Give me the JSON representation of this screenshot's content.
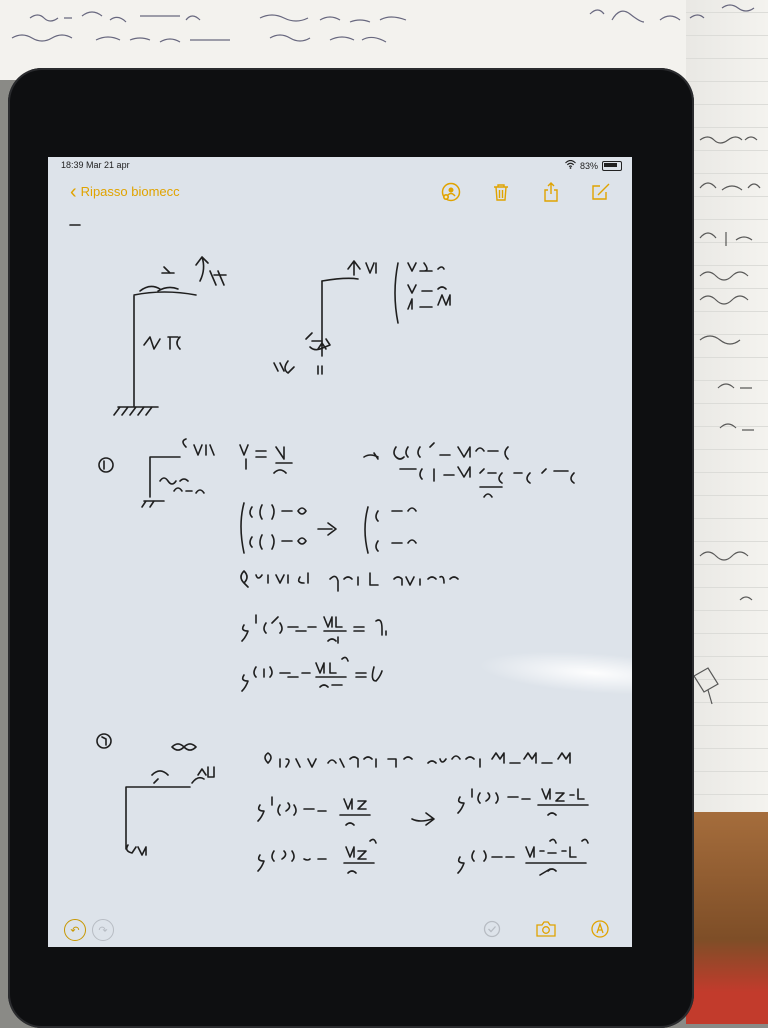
{
  "status": {
    "time": "18:39",
    "date": "Mar 21 apr",
    "battery": "83%"
  },
  "nav": {
    "back_label": "Ripasso biomecc"
  },
  "colors": {
    "accent": "#e0a300",
    "screen_bg": "#dde3ea",
    "ink": "#2a2a2a"
  },
  "icons": {
    "toolbar": [
      "add-person-icon",
      "trash-icon",
      "share-icon",
      "compose-icon"
    ],
    "bottom": [
      "undo-icon",
      "redo-icon",
      "done-check-icon",
      "camera-icon",
      "markup-pen-icon"
    ]
  }
}
